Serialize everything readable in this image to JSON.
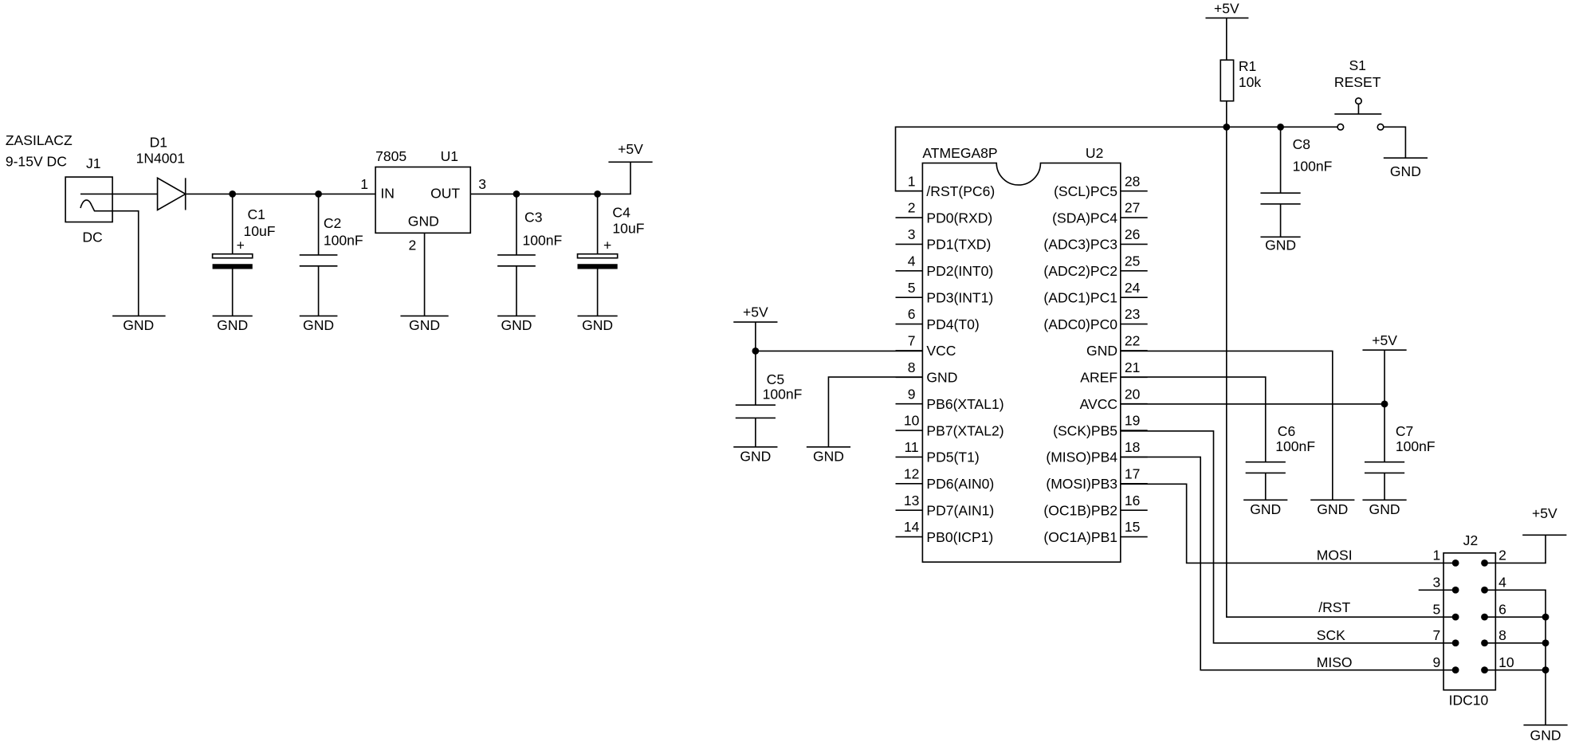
{
  "labels": {
    "gnd": "GND",
    "vcc": "+5V",
    "plus": "+"
  },
  "power_supply": {
    "title_line1": "ZASILACZ",
    "title_line2": "9-15V DC",
    "j1": {
      "ref": "J1",
      "value": "DC"
    },
    "d1": {
      "ref": "D1",
      "value": "1N4001"
    },
    "c1": {
      "ref": "C1",
      "value": "10uF"
    },
    "c2": {
      "ref": "C2",
      "value": "100nF"
    },
    "u1": {
      "ref": "U1",
      "value": "7805",
      "pin_in_num": "1",
      "pin_in": "IN",
      "pin_out_num": "3",
      "pin_out": "OUT",
      "pin_gnd_num": "2",
      "pin_gnd": "GND"
    },
    "c3": {
      "ref": "C3",
      "value": "100nF"
    },
    "c4": {
      "ref": "C4",
      "value": "10uF"
    }
  },
  "mcu": {
    "ref": "U2",
    "value": "ATMEGA8P",
    "left_pins": [
      {
        "num": "1",
        "name": "/RST(PC6)"
      },
      {
        "num": "2",
        "name": "PD0(RXD)"
      },
      {
        "num": "3",
        "name": "PD1(TXD)"
      },
      {
        "num": "4",
        "name": "PD2(INT0)"
      },
      {
        "num": "5",
        "name": "PD3(INT1)"
      },
      {
        "num": "6",
        "name": "PD4(T0)"
      },
      {
        "num": "7",
        "name": "VCC"
      },
      {
        "num": "8",
        "name": "GND"
      },
      {
        "num": "9",
        "name": "PB6(XTAL1)"
      },
      {
        "num": "10",
        "name": "PB7(XTAL2)"
      },
      {
        "num": "11",
        "name": "PD5(T1)"
      },
      {
        "num": "12",
        "name": "PD6(AIN0)"
      },
      {
        "num": "13",
        "name": "PD7(AIN1)"
      },
      {
        "num": "14",
        "name": "PB0(ICP1)"
      }
    ],
    "right_pins": [
      {
        "num": "28",
        "name": "(SCL)PC5"
      },
      {
        "num": "27",
        "name": "(SDA)PC4"
      },
      {
        "num": "26",
        "name": "(ADC3)PC3"
      },
      {
        "num": "25",
        "name": "(ADC2)PC2"
      },
      {
        "num": "24",
        "name": "(ADC1)PC1"
      },
      {
        "num": "23",
        "name": "(ADC0)PC0"
      },
      {
        "num": "22",
        "name": "GND"
      },
      {
        "num": "21",
        "name": "AREF"
      },
      {
        "num": "20",
        "name": "AVCC"
      },
      {
        "num": "19",
        "name": "(SCK)PB5"
      },
      {
        "num": "18",
        "name": "(MISO)PB4"
      },
      {
        "num": "17",
        "name": "(MOSI)PB3"
      },
      {
        "num": "16",
        "name": "(OC1B)PB2"
      },
      {
        "num": "15",
        "name": "(OC1A)PB1"
      }
    ]
  },
  "r1": {
    "ref": "R1",
    "value": "10k"
  },
  "s1": {
    "ref": "S1",
    "value": "RESET"
  },
  "c5": {
    "ref": "C5",
    "value": "100nF"
  },
  "c6": {
    "ref": "C6",
    "value": "100nF"
  },
  "c7": {
    "ref": "C7",
    "value": "100nF"
  },
  "c8": {
    "ref": "C8",
    "value": "100nF"
  },
  "j2": {
    "ref": "J2",
    "value": "IDC10",
    "pins": [
      "1",
      "2",
      "3",
      "4",
      "5",
      "6",
      "7",
      "8",
      "9",
      "10"
    ]
  },
  "nets": {
    "mosi": "MOSI",
    "rst": "/RST",
    "sck": "SCK",
    "miso": "MISO"
  }
}
